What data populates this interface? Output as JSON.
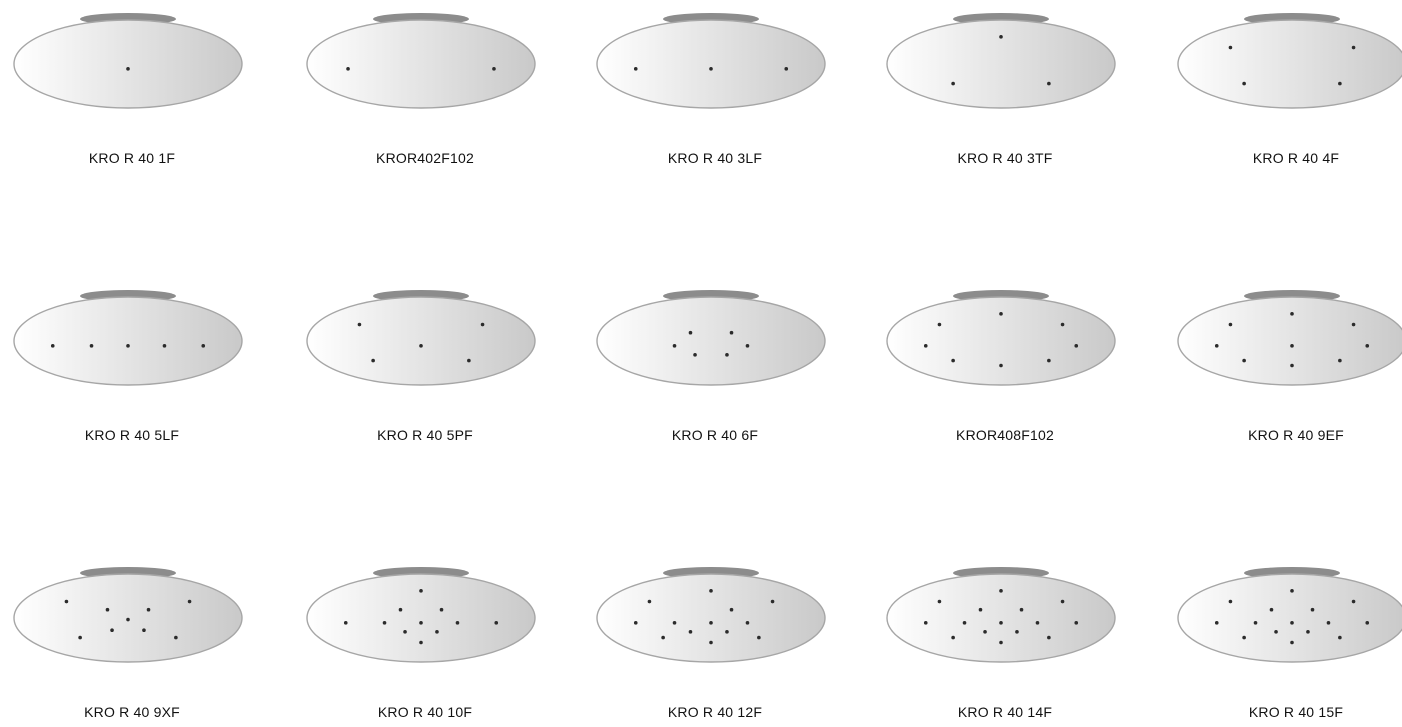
{
  "products": [
    {
      "label": "KRO R 40 1F",
      "dots": [
        [
          0.5,
          0.62
        ]
      ]
    },
    {
      "label": "KROR402F102",
      "dots": [
        [
          0.18,
          0.62
        ],
        [
          0.82,
          0.62
        ]
      ]
    },
    {
      "label": "KRO R 40 3LF",
      "dots": [
        [
          0.17,
          0.62
        ],
        [
          0.5,
          0.62
        ],
        [
          0.83,
          0.62
        ]
      ]
    },
    {
      "label": "KRO R 40 3TF",
      "dots": [
        [
          0.5,
          0.23
        ],
        [
          0.29,
          0.8
        ],
        [
          0.71,
          0.8
        ]
      ]
    },
    {
      "label": "KRO R 40 4F",
      "dots": [
        [
          0.23,
          0.36
        ],
        [
          0.77,
          0.36
        ],
        [
          0.29,
          0.8
        ],
        [
          0.71,
          0.8
        ]
      ]
    },
    {
      "label": "KRO R 40 5LF",
      "dots": [
        [
          0.17,
          0.62
        ],
        [
          0.34,
          0.62
        ],
        [
          0.5,
          0.62
        ],
        [
          0.66,
          0.62
        ],
        [
          0.83,
          0.62
        ]
      ]
    },
    {
      "label": "KRO R 40 5PF",
      "dots": [
        [
          0.23,
          0.36
        ],
        [
          0.77,
          0.36
        ],
        [
          0.5,
          0.62
        ],
        [
          0.29,
          0.8
        ],
        [
          0.71,
          0.8
        ]
      ]
    },
    {
      "label": "KRO R 40 6F",
      "dots": [
        [
          0.41,
          0.46
        ],
        [
          0.59,
          0.46
        ],
        [
          0.34,
          0.62
        ],
        [
          0.66,
          0.62
        ],
        [
          0.43,
          0.73
        ],
        [
          0.57,
          0.73
        ]
      ]
    },
    {
      "label": "KROR408F102",
      "dots": [
        [
          0.5,
          0.23
        ],
        [
          0.23,
          0.36
        ],
        [
          0.77,
          0.36
        ],
        [
          0.17,
          0.62
        ],
        [
          0.83,
          0.62
        ],
        [
          0.29,
          0.8
        ],
        [
          0.5,
          0.86
        ],
        [
          0.71,
          0.8
        ]
      ]
    },
    {
      "label": "KRO R 40 9EF",
      "dots": [
        [
          0.5,
          0.23
        ],
        [
          0.23,
          0.36
        ],
        [
          0.77,
          0.36
        ],
        [
          0.17,
          0.62
        ],
        [
          0.5,
          0.62
        ],
        [
          0.83,
          0.62
        ],
        [
          0.29,
          0.8
        ],
        [
          0.5,
          0.86
        ],
        [
          0.71,
          0.8
        ]
      ]
    },
    {
      "label": "KRO R 40 9XF",
      "dots": [
        [
          0.23,
          0.36
        ],
        [
          0.77,
          0.36
        ],
        [
          0.41,
          0.46
        ],
        [
          0.59,
          0.46
        ],
        [
          0.5,
          0.58
        ],
        [
          0.43,
          0.71
        ],
        [
          0.57,
          0.71
        ],
        [
          0.29,
          0.8
        ],
        [
          0.71,
          0.8
        ]
      ]
    },
    {
      "label": "KRO R 40 10F",
      "dots": [
        [
          0.5,
          0.23
        ],
        [
          0.41,
          0.46
        ],
        [
          0.59,
          0.46
        ],
        [
          0.17,
          0.62
        ],
        [
          0.34,
          0.62
        ],
        [
          0.5,
          0.62
        ],
        [
          0.66,
          0.62
        ],
        [
          0.83,
          0.62
        ],
        [
          0.43,
          0.73
        ],
        [
          0.57,
          0.73
        ],
        [
          0.5,
          0.86
        ]
      ]
    },
    {
      "label": "KRO R 40 12F",
      "dots": [
        [
          0.5,
          0.23
        ],
        [
          0.23,
          0.36
        ],
        [
          0.77,
          0.36
        ],
        [
          0.59,
          0.46
        ],
        [
          0.17,
          0.62
        ],
        [
          0.34,
          0.62
        ],
        [
          0.5,
          0.62
        ],
        [
          0.66,
          0.62
        ],
        [
          0.41,
          0.73
        ],
        [
          0.57,
          0.73
        ],
        [
          0.29,
          0.8
        ],
        [
          0.5,
          0.86
        ],
        [
          0.71,
          0.8
        ]
      ]
    },
    {
      "label": "KRO R 40 14F",
      "dots": [
        [
          0.5,
          0.23
        ],
        [
          0.23,
          0.36
        ],
        [
          0.77,
          0.36
        ],
        [
          0.41,
          0.46
        ],
        [
          0.59,
          0.46
        ],
        [
          0.17,
          0.62
        ],
        [
          0.34,
          0.62
        ],
        [
          0.5,
          0.62
        ],
        [
          0.66,
          0.62
        ],
        [
          0.83,
          0.62
        ],
        [
          0.43,
          0.73
        ],
        [
          0.57,
          0.73
        ],
        [
          0.29,
          0.8
        ],
        [
          0.5,
          0.86
        ],
        [
          0.71,
          0.8
        ]
      ]
    },
    {
      "label": "KRO R 40  15F",
      "dots": [
        [
          0.5,
          0.23
        ],
        [
          0.23,
          0.36
        ],
        [
          0.77,
          0.36
        ],
        [
          0.41,
          0.46
        ],
        [
          0.59,
          0.46
        ],
        [
          0.17,
          0.62
        ],
        [
          0.34,
          0.62
        ],
        [
          0.5,
          0.62
        ],
        [
          0.66,
          0.62
        ],
        [
          0.83,
          0.62
        ],
        [
          0.43,
          0.73
        ],
        [
          0.57,
          0.73
        ],
        [
          0.29,
          0.8
        ],
        [
          0.5,
          0.86
        ],
        [
          0.71,
          0.8
        ]
      ]
    }
  ],
  "colors": {
    "plate_light": "#ffffff",
    "plate_dark": "#c9c9c9",
    "plate_stroke": "#a6a6a6",
    "rim": "#8c8c8c",
    "dot": "#2b2b2b"
  }
}
